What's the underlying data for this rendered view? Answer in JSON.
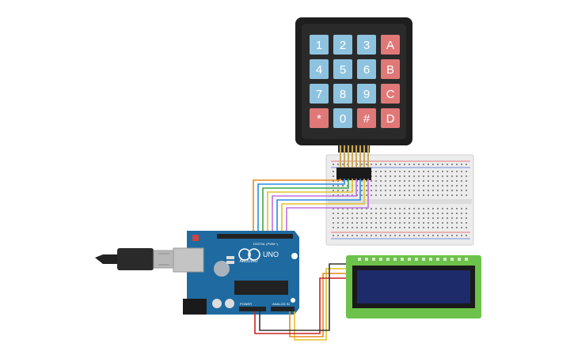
{
  "keypad": {
    "rows": [
      [
        {
          "label": "1",
          "color": "#8ec3e0"
        },
        {
          "label": "2",
          "color": "#8ec3e0"
        },
        {
          "label": "3",
          "color": "#8ec3e0"
        },
        {
          "label": "A",
          "color": "#e07878"
        }
      ],
      [
        {
          "label": "4",
          "color": "#8ec3e0"
        },
        {
          "label": "5",
          "color": "#8ec3e0"
        },
        {
          "label": "6",
          "color": "#8ec3e0"
        },
        {
          "label": "B",
          "color": "#e07878"
        }
      ],
      [
        {
          "label": "7",
          "color": "#8ec3e0"
        },
        {
          "label": "8",
          "color": "#8ec3e0"
        },
        {
          "label": "9",
          "color": "#8ec3e0"
        },
        {
          "label": "C",
          "color": "#e07878"
        }
      ],
      [
        {
          "label": "*",
          "color": "#e07878"
        },
        {
          "label": "0",
          "color": "#8ec3e0"
        },
        {
          "label": "#",
          "color": "#e07878"
        },
        {
          "label": "D",
          "color": "#e07878"
        }
      ]
    ]
  },
  "arduino": {
    "brand": "ARDUINO",
    "model": "UNO",
    "digital_label": "DIGITAL (PWM~)",
    "power_label": "POWER",
    "analog_label": "ANALOG IN",
    "board_color": "#1f6aa0"
  },
  "lcd": {
    "board_color": "#6cc24a",
    "screen_color": "#1d2b6b"
  },
  "wires": {
    "keypad_colors": [
      "#e88a1e",
      "#2b8be0",
      "#3aa84a",
      "#e0c228",
      "#c070e0",
      "#2b8be0",
      "#e0c228",
      "#c070e0"
    ],
    "lcd_colors": [
      "#e0c228",
      "#e88a1e",
      "#cc2222",
      "#333333"
    ]
  }
}
